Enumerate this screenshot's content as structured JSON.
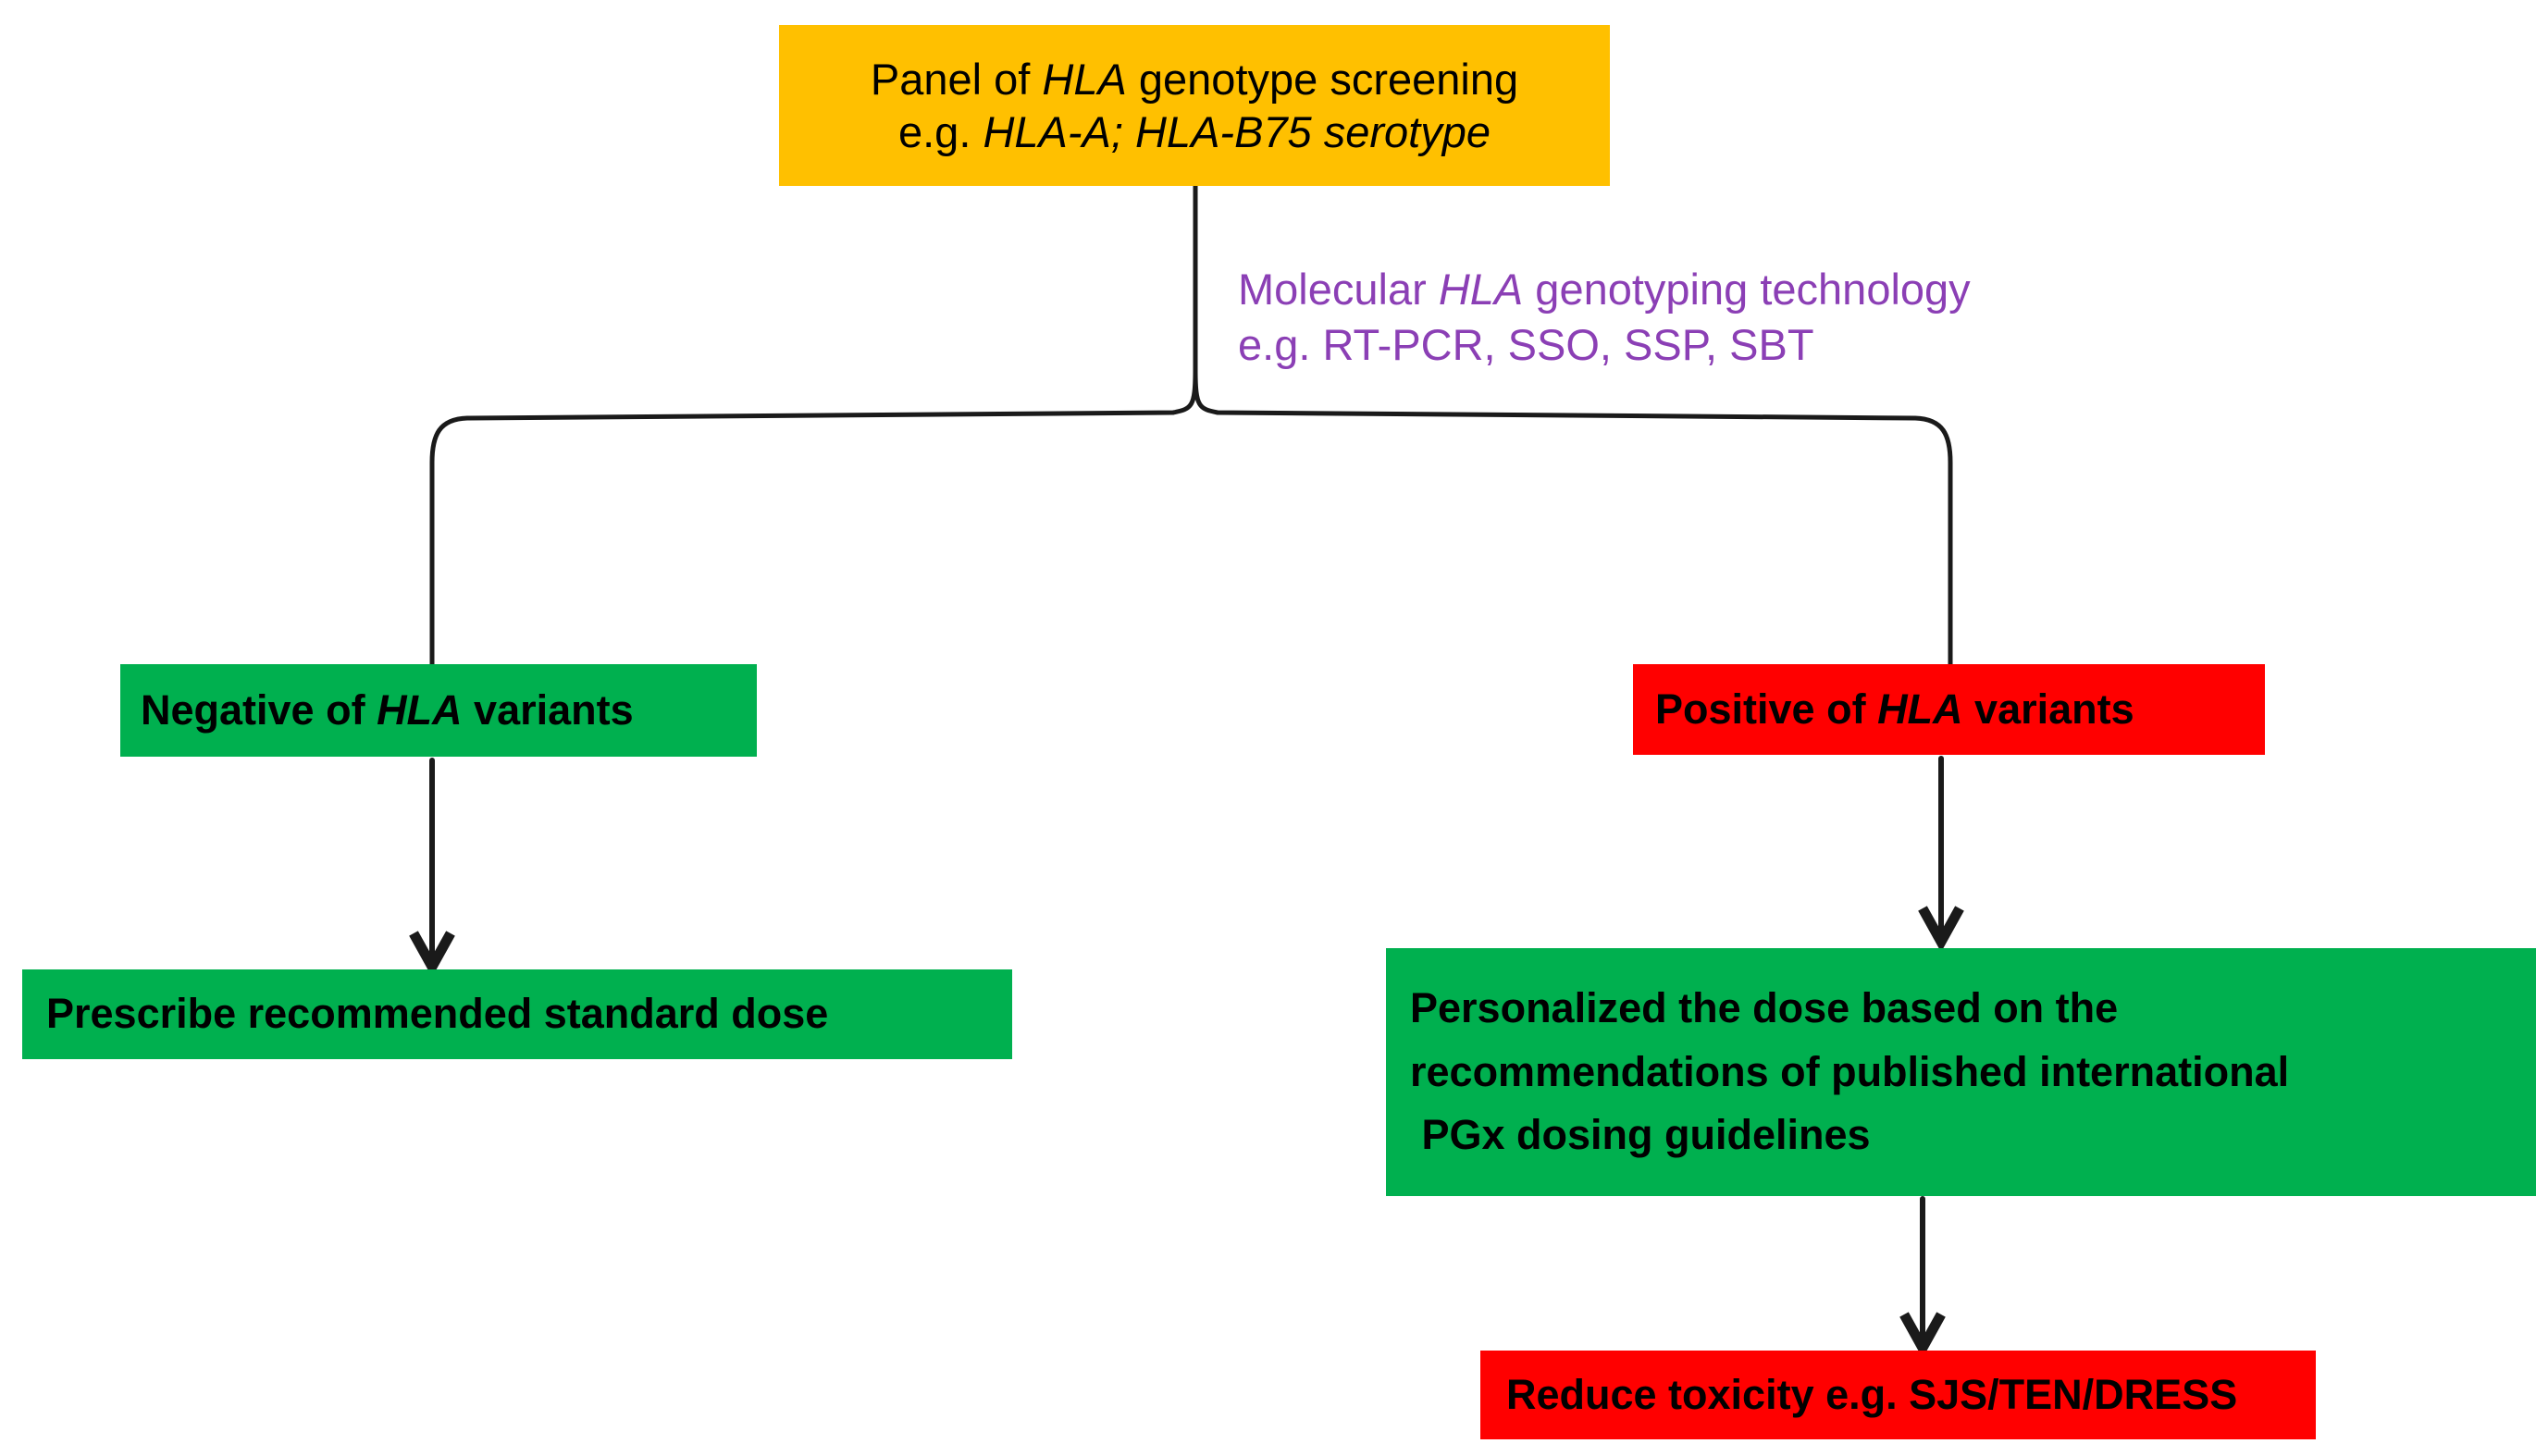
{
  "diagram": {
    "title": "HLA genotype screening clinical decision flowchart",
    "background_color": "#FFFFFF",
    "colors": {
      "amber": "#FFC000",
      "green": "#00B04F",
      "red": "#FF0000",
      "purple": "#8B3FB5",
      "connector": "#000000",
      "text": "#000000"
    }
  },
  "nodes": {
    "panel": {
      "name": "panel-of-hla-genotype-screening",
      "color": "#FFC000",
      "line1_pre": "Panel of ",
      "line1_em": "HLA",
      "line1_post": " genotype screening",
      "line2_pre": "e.g. ",
      "line2_em": "HLA-A; HLA-B75 serotype",
      "line2_post": "",
      "plain_text": "Panel of HLA genotype screening e.g. HLA-A; HLA-B75 serotype"
    },
    "negative": {
      "name": "negative-of-hla-variants",
      "color": "#00B04F",
      "pre": "Negative of ",
      "em": "HLA",
      "post": " variants",
      "plain_text": "Negative of HLA variants"
    },
    "positive": {
      "name": "positive-of-hla-variants",
      "color": "#FF0000",
      "pre": "Positive of ",
      "em": "HLA",
      "post": " variants",
      "plain_text": "Positive of HLA variants"
    },
    "standard_dose": {
      "name": "prescribe-recommended-standard-dose",
      "color": "#00B04F",
      "text": "Prescribe recommended standard dose"
    },
    "personalized_dose": {
      "name": "personalized-dose-guidelines",
      "color": "#00B04F",
      "line1": "Personalized the dose based on the",
      "line2": "recommendations of published international",
      "line3": " PGx dosing guidelines",
      "plain_text": "Personalized the dose based on the recommendations of published international PGx dosing guidelines"
    },
    "reduce_toxicity": {
      "name": "reduce-toxicity-sjs-ten-dress",
      "color": "#FF0000",
      "text": "Reduce toxicity e.g. SJS/TEN/DRESS"
    }
  },
  "annotations": {
    "genotyping_technology": {
      "name": "molecular-hla-genotyping-technology-label",
      "color": "#8B3FB5",
      "line1_pre": "Molecular ",
      "line1_em": "HLA",
      "line1_post": " genotyping technology",
      "line2": "e.g. RT-PCR, SSO, SSP, SBT",
      "plain_text": "Molecular HLA genotyping technology e.g. RT-PCR, SSO, SSP, SBT"
    }
  },
  "connectors": [
    {
      "name": "connector-panel-to-split",
      "from": "panel",
      "to": "split-bracket",
      "arrowhead": false
    },
    {
      "name": "connector-split-to-negative",
      "from": "split-bracket",
      "to": "negative",
      "arrowhead": false
    },
    {
      "name": "connector-split-to-positive",
      "from": "split-bracket",
      "to": "positive",
      "arrowhead": false
    },
    {
      "name": "connector-negative-to-standard-dose",
      "from": "negative",
      "to": "standard_dose",
      "arrowhead": true
    },
    {
      "name": "connector-positive-to-personalized-dose",
      "from": "positive",
      "to": "personalized_dose",
      "arrowhead": true
    },
    {
      "name": "connector-personalized-dose-to-reduce-toxicity",
      "from": "personalized_dose",
      "to": "reduce_toxicity",
      "arrowhead": true
    }
  ]
}
